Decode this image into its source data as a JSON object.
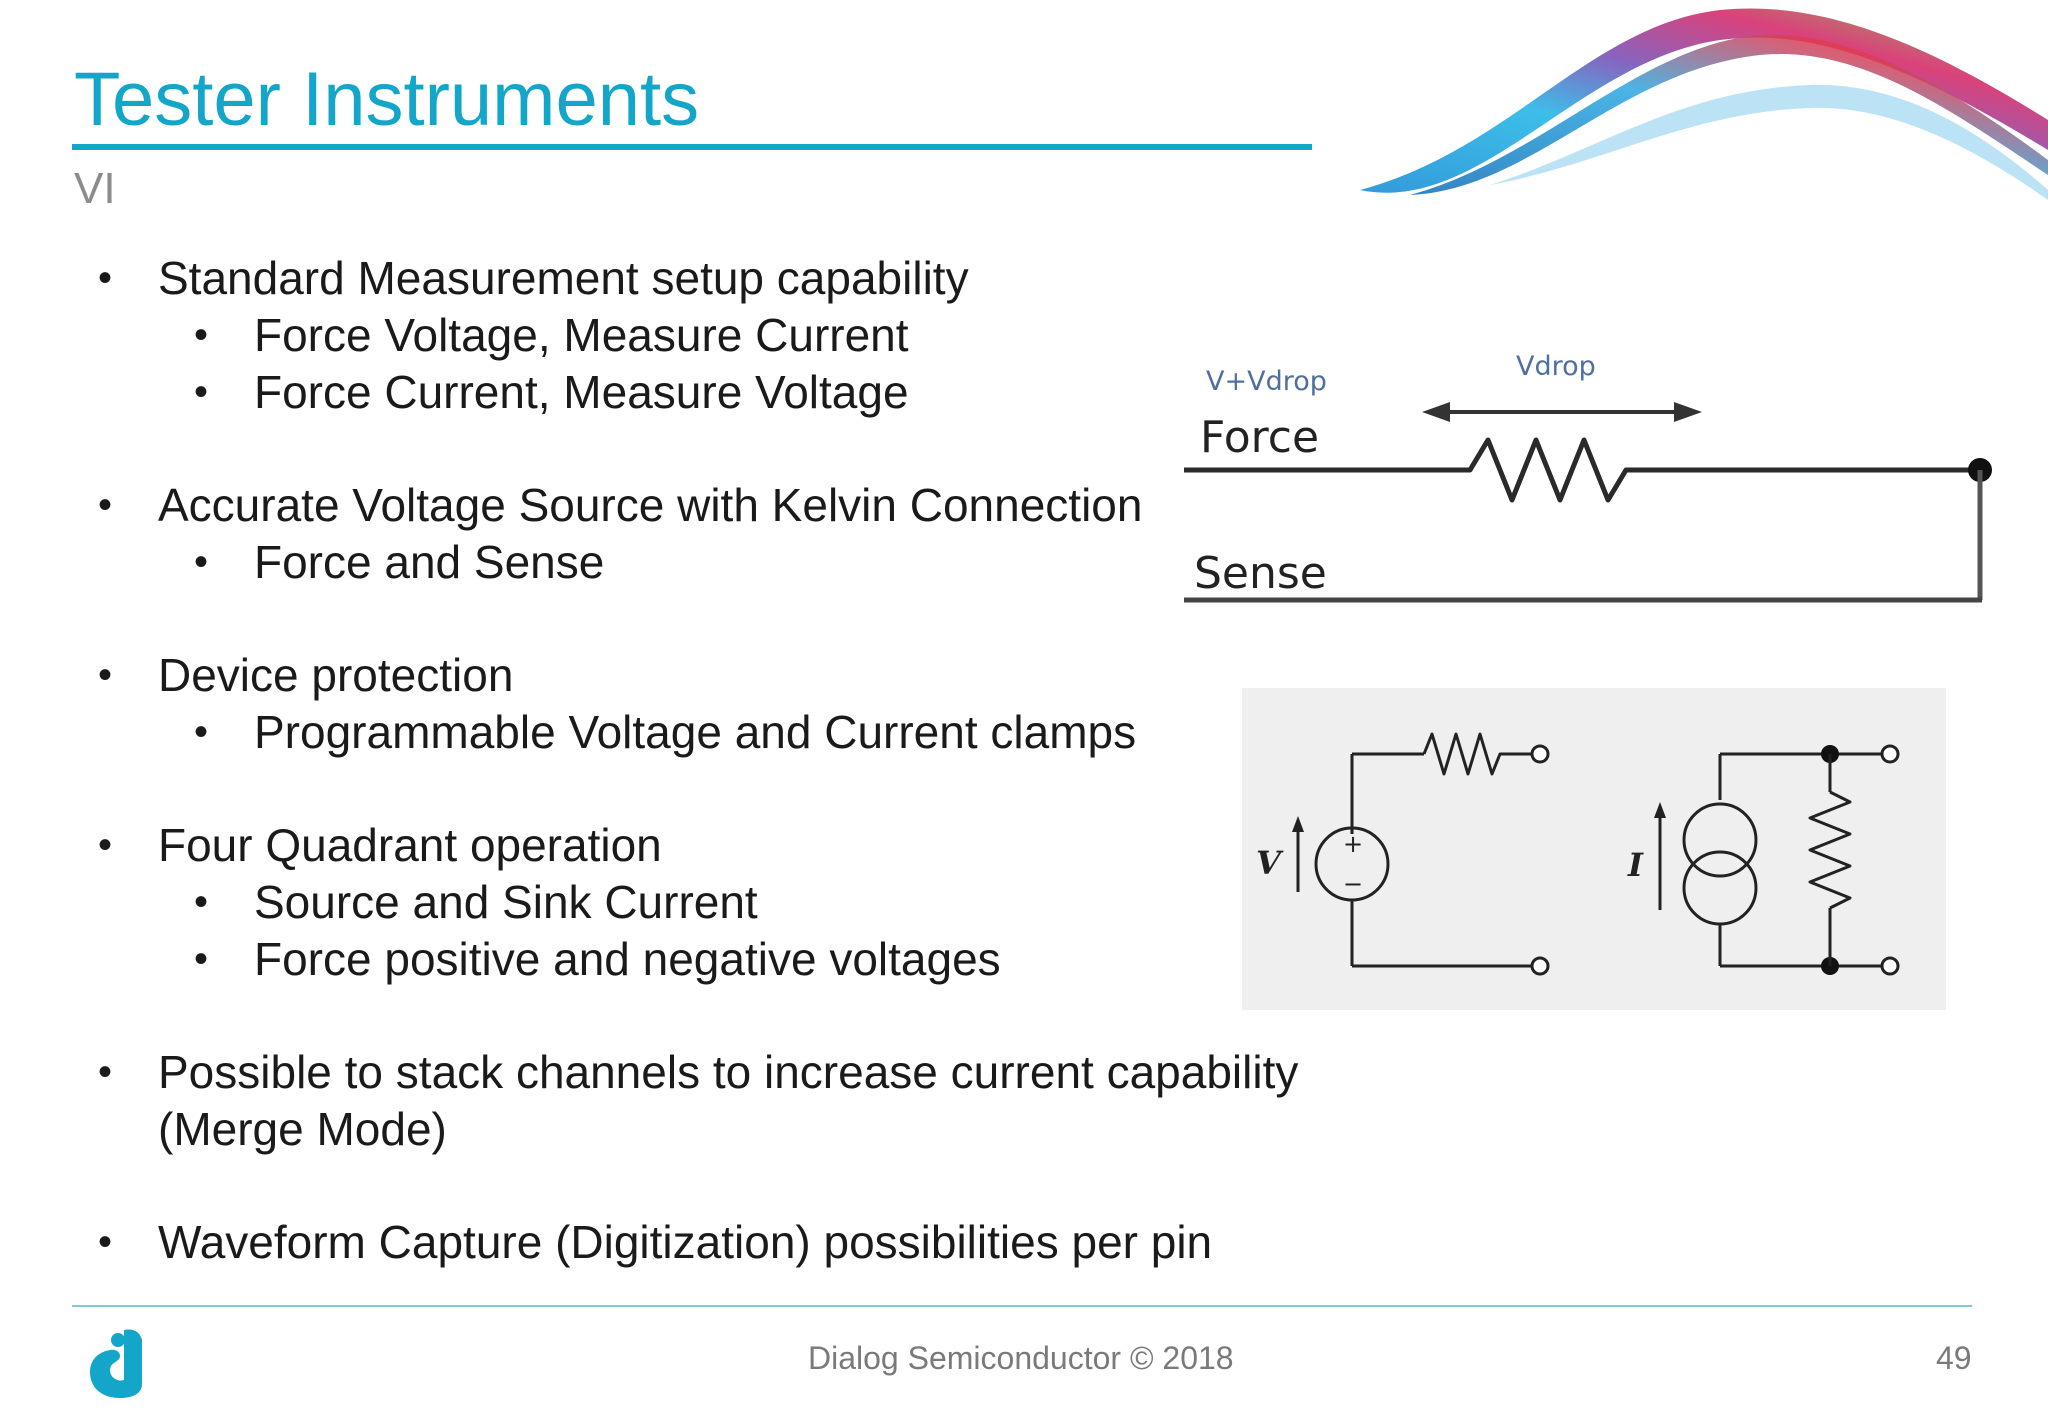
{
  "slide": {
    "title": "Tester Instruments",
    "subtitle": "VI",
    "bullets": [
      {
        "level": 1,
        "text": "Standard Measurement setup capability"
      },
      {
        "level": 2,
        "text": "Force Voltage, Measure Current"
      },
      {
        "level": 2,
        "text": "Force Current, Measure Voltage"
      },
      {
        "level": 1,
        "text": "Accurate Voltage Source with Kelvin Connection"
      },
      {
        "level": 2,
        "text": "Force and Sense"
      },
      {
        "level": 1,
        "text": "Device protection"
      },
      {
        "level": 2,
        "text": "Programmable Voltage and Current clamps"
      },
      {
        "level": 1,
        "text": "Four Quadrant operation"
      },
      {
        "level": 2,
        "text": "Source and Sink Current"
      },
      {
        "level": 2,
        "text": "Force positive and negative voltages"
      },
      {
        "level": 1,
        "text": "Possible to stack channels to increase current capability"
      },
      {
        "level": 0,
        "text": "(Merge Mode)"
      },
      {
        "level": 1,
        "text": "Waveform Capture (Digitization) possibilities per pin"
      }
    ],
    "bullet_glyph": "•"
  },
  "kelvin_diagram": {
    "vdrop_label": "Vdrop",
    "v_plus_vdrop_label": "V+Vdrop",
    "force_label": "Force",
    "sense_label": "Sense"
  },
  "source_diagram": {
    "voltage_label": "V",
    "current_label": "I",
    "plus_sign": "+",
    "minus_sign": "−"
  },
  "footer": {
    "company": "Dialog Semiconductor © 2018",
    "page_number": "49"
  },
  "colors": {
    "accent": "#14a6c8",
    "subtitle": "#8c8c8c",
    "footer_text": "#7a7a7a",
    "diagram_label_blue": "#4f6f9f"
  }
}
